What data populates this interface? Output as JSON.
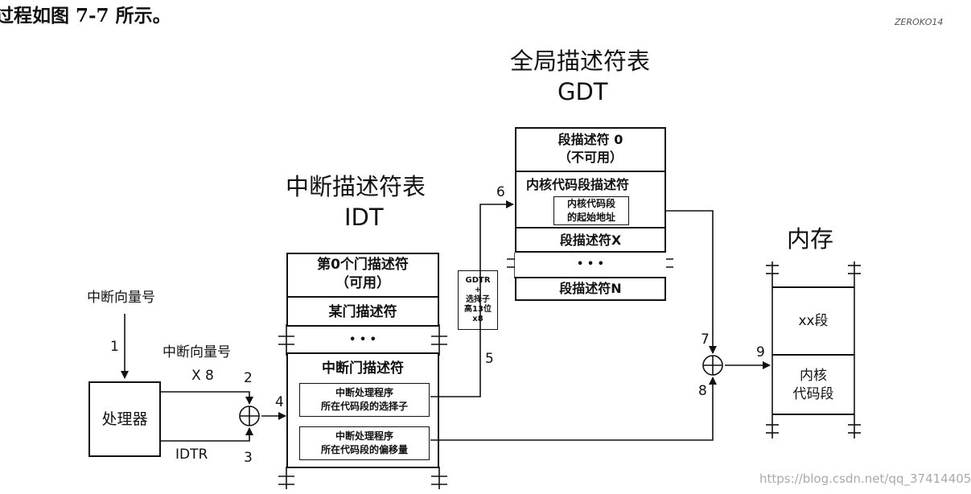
{
  "header_text": "过程如图 7-7 所示。",
  "watermark_top": "ZEROKO14",
  "watermark_bottom": "https://blog.csdn.net/qq_37414405",
  "gdt": {
    "title": "全局描述符表",
    "abbr": "GDT",
    "rows": {
      "desc0_line1": "段描述符 0",
      "desc0_line2": "（不可用）",
      "kernel_code_desc": "内核代码段描述符",
      "kernel_base_line1": "内核代码段",
      "kernel_base_line2": "的起始地址",
      "desc_x": "段描述符X",
      "ellipsis": "• • •",
      "desc_n": "段描述符N"
    }
  },
  "idt": {
    "title": "中断描述符表",
    "abbr": "IDT",
    "rows": {
      "gate0_line1": "第0个门描述符",
      "gate0_line2": "（可用）",
      "some_gate": "某门描述符",
      "ellipsis": "• • •",
      "interrupt_gate": "中断门描述符",
      "selector_line1": "中断处理程序",
      "selector_line2": "所在代码段的选择子",
      "offset_line1": "中断处理程序",
      "offset_line2": "所在代码段的偏移量"
    }
  },
  "memory": {
    "title": "内存",
    "xx_segment": "xx段",
    "kernel_line1": "内核",
    "kernel_line2": "代码段"
  },
  "processor": {
    "label": "处理器"
  },
  "labels": {
    "vector_top": "中断向量号",
    "vector_mid": "中断向量号",
    "x8": "X 8",
    "idtr": "IDTR",
    "gdtr_lines": [
      "GDTR",
      "+",
      "选择子",
      "高13位",
      "x8"
    ]
  },
  "steps": [
    "1",
    "2",
    "3",
    "4",
    "5",
    "6",
    "7",
    "8",
    "9"
  ]
}
